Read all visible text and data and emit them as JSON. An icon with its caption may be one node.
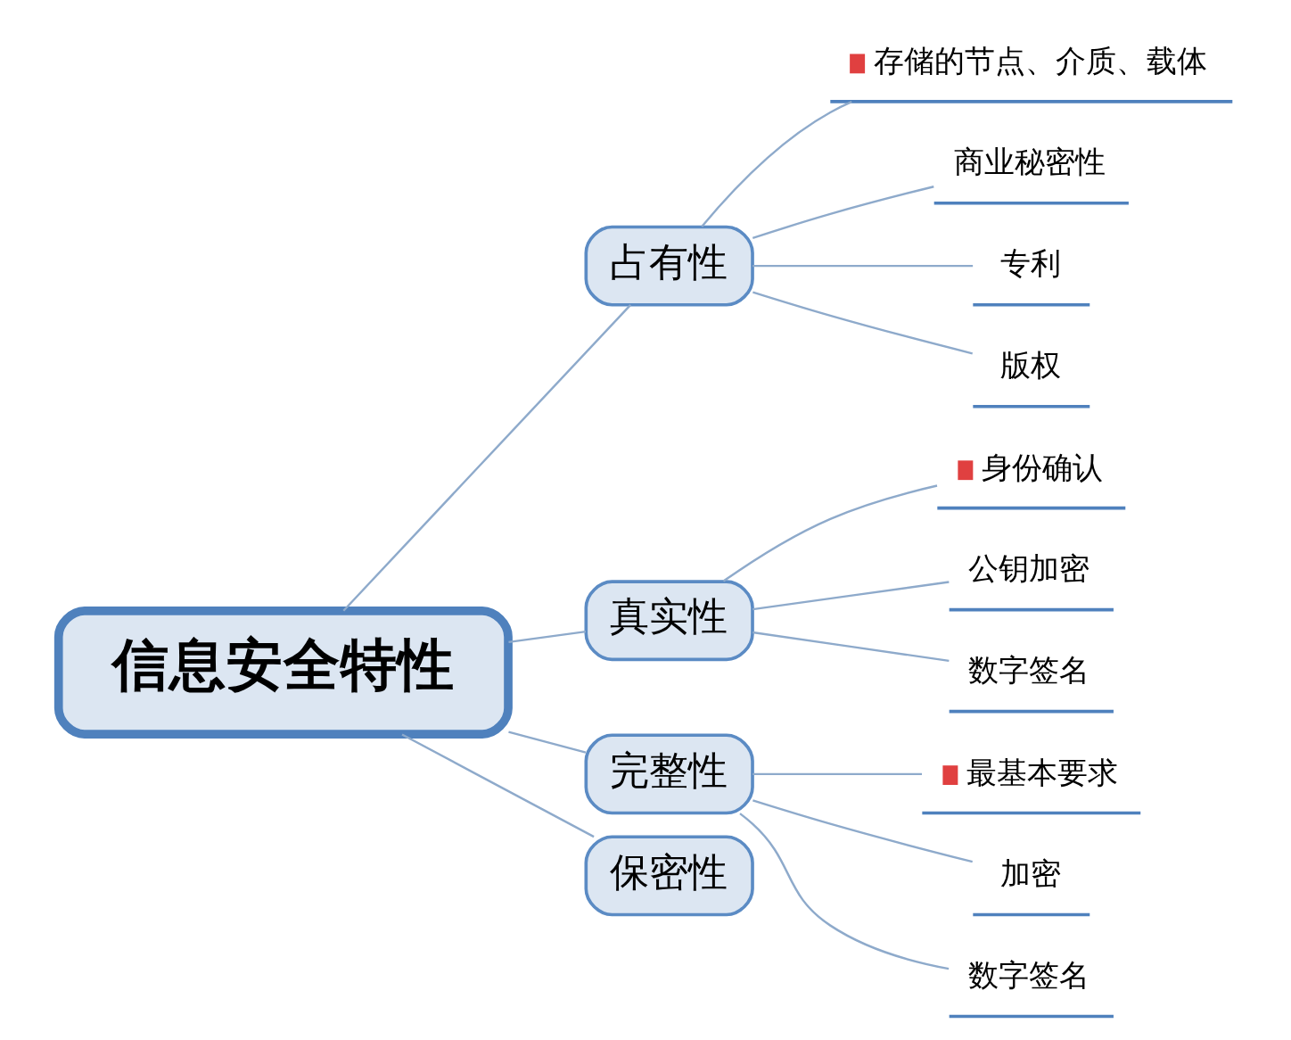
{
  "diagram": {
    "nodes": [
      {
        "text": [
          "信息安全特性"
        ]
      },
      {
        "text": [
          "占有性"
        ]
      },
      {
        "text": [
          "存储的节点、介质、载体"
        ]
      },
      {
        "text": [
          "商业秘密性"
        ]
      },
      {
        "text": [
          "专利"
        ]
      },
      {
        "text": [
          "版权"
        ]
      },
      {
        "text": [
          "真实性"
        ]
      },
      {
        "text": [
          "身份确认"
        ]
      },
      {
        "text": [
          "公钥加密"
        ]
      },
      {
        "text": [
          "数字签名"
        ]
      },
      {
        "text": [
          "完整性"
        ]
      },
      {
        "text": [
          "最基本要求"
        ]
      },
      {
        "text": [
          "加密"
        ]
      },
      {
        "text": [
          "数字签名"
        ]
      },
      {
        "text": [
          "保密性"
        ]
      }
    ],
    "edges": [
      {
        "from": 0,
        "to": 1,
        "arrow": "none"
      },
      {
        "from": 1,
        "to": 2,
        "arrow": "none"
      },
      {
        "from": 1,
        "to": 3,
        "arrow": "none"
      },
      {
        "from": 1,
        "to": 4,
        "arrow": "none"
      },
      {
        "from": 1,
        "to": 5,
        "arrow": "none"
      },
      {
        "from": 0,
        "to": 6,
        "arrow": "none"
      },
      {
        "from": 6,
        "to": 7,
        "arrow": "none"
      },
      {
        "from": 6,
        "to": 8,
        "arrow": "none"
      },
      {
        "from": 6,
        "to": 9,
        "arrow": "none"
      },
      {
        "from": 0,
        "to": 10,
        "arrow": "none"
      },
      {
        "from": 10,
        "to": 11,
        "arrow": "none"
      },
      {
        "from": 10,
        "to": 12,
        "arrow": "none"
      },
      {
        "from": 10,
        "to": 13,
        "arrow": "none"
      },
      {
        "from": 0,
        "to": 14,
        "arrow": "none"
      }
    ]
  }
}
